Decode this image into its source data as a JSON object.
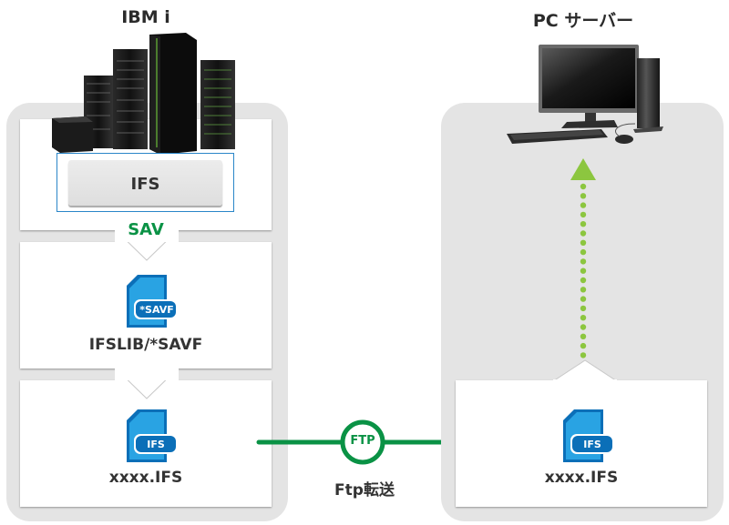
{
  "left_column": {
    "title": "IBM i",
    "server_image": "ibm-power-servers",
    "ifs_box_label": "IFS",
    "sav_label": "SAV",
    "savf_file": {
      "badge": "*SAVF",
      "label": "IFSLIB/*SAVF"
    },
    "ifs_file": {
      "badge": "IFS",
      "label": "xxxx.IFS"
    }
  },
  "transfer": {
    "badge": "FTP",
    "label": "Ftp転送"
  },
  "right_column": {
    "title": "PC サーバー",
    "pc_image": "desktop-pc",
    "ifs_file": {
      "badge": "IFS",
      "label": "xxxx.IFS"
    }
  },
  "colors": {
    "green_arrow": "#0a9245",
    "light_green_dots": "#8cc63f",
    "file_blue": "#1f8fd6",
    "file_blue_dark": "#0b6fb8",
    "ifs_box_border": "#2a86c8",
    "panel_bg": "#e4e4e4"
  }
}
